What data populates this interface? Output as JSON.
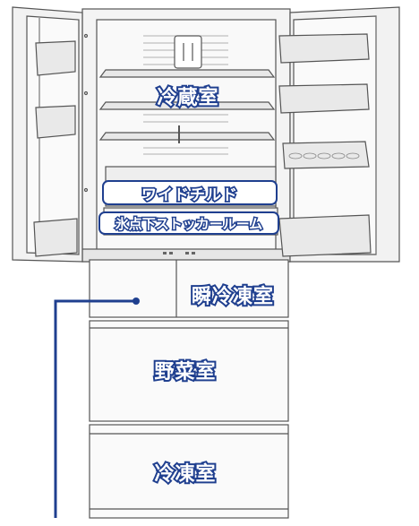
{
  "labels": {
    "refrigerator": "冷蔵室",
    "wide_chilled": "ワイドチルド",
    "ice_temp_room": "氷点下ストッカールーム",
    "instant_freezer": "瞬冷凍室",
    "vegetable": "野菜室",
    "freezer": "冷凍室"
  },
  "colors": {
    "label_outline": "#1f3f8f",
    "label_fill": "#ffffff",
    "body_fill": "#f2f2f2",
    "line": "#555555",
    "pointer": "#1f3f8f"
  }
}
